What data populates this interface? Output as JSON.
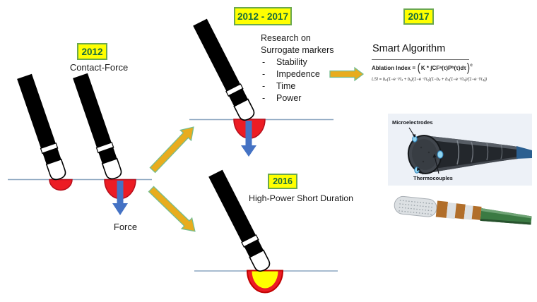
{
  "slide": {
    "timeline": {
      "contact_force": {
        "badge": "2012",
        "title": "Contact-Force",
        "force_label": "Force"
      },
      "research": {
        "badge": "2012 - 2017",
        "heading_line1": "Research on",
        "heading_line2": "Surrogate markers",
        "bullet_marker": "-",
        "bullets": [
          "Stability",
          "Impedence",
          "Time",
          "Power"
        ]
      },
      "hpsd": {
        "badge": "2016",
        "title": "High-Power Short Duration"
      },
      "smart_algorithm": {
        "badge": "2017",
        "title": "Smart Algorithm",
        "ablation_index_formula": {
          "lhs": "Ablation Index =",
          "open_paren": "(",
          "body": "K * ∫CFᵃ(τ)Pᵇ(τ)dτ",
          "close_paren": ")",
          "exponent": "c"
        },
        "lsi_formula": "LSI = b₀(1−e⁻ᵗ/τ₁ + b₁)(1−e⁻ᵗ/τ₂)(1−b₂ + b₃(1−e⁻ᵗ/τ₃)/(1−e⁻ᵗ/τ₄))",
        "catheter_labels": {
          "microelectrodes": "Microelectrodes",
          "thermocouples": "Thermocouples"
        }
      }
    },
    "colors": {
      "badge_background": "#FFFF00",
      "badge_border": "#6AA84F",
      "badge_text": "#176B3E",
      "flow_arrow_gold": "#E8AC1E",
      "flow_arrow_outline": "#76BD8E",
      "force_arrow_blue": "#4472C4",
      "lesion_red": "#EC1C24",
      "lesion_core_yellow": "#FFFF00",
      "tissue_line_blue": "#8CA6C0"
    }
  }
}
